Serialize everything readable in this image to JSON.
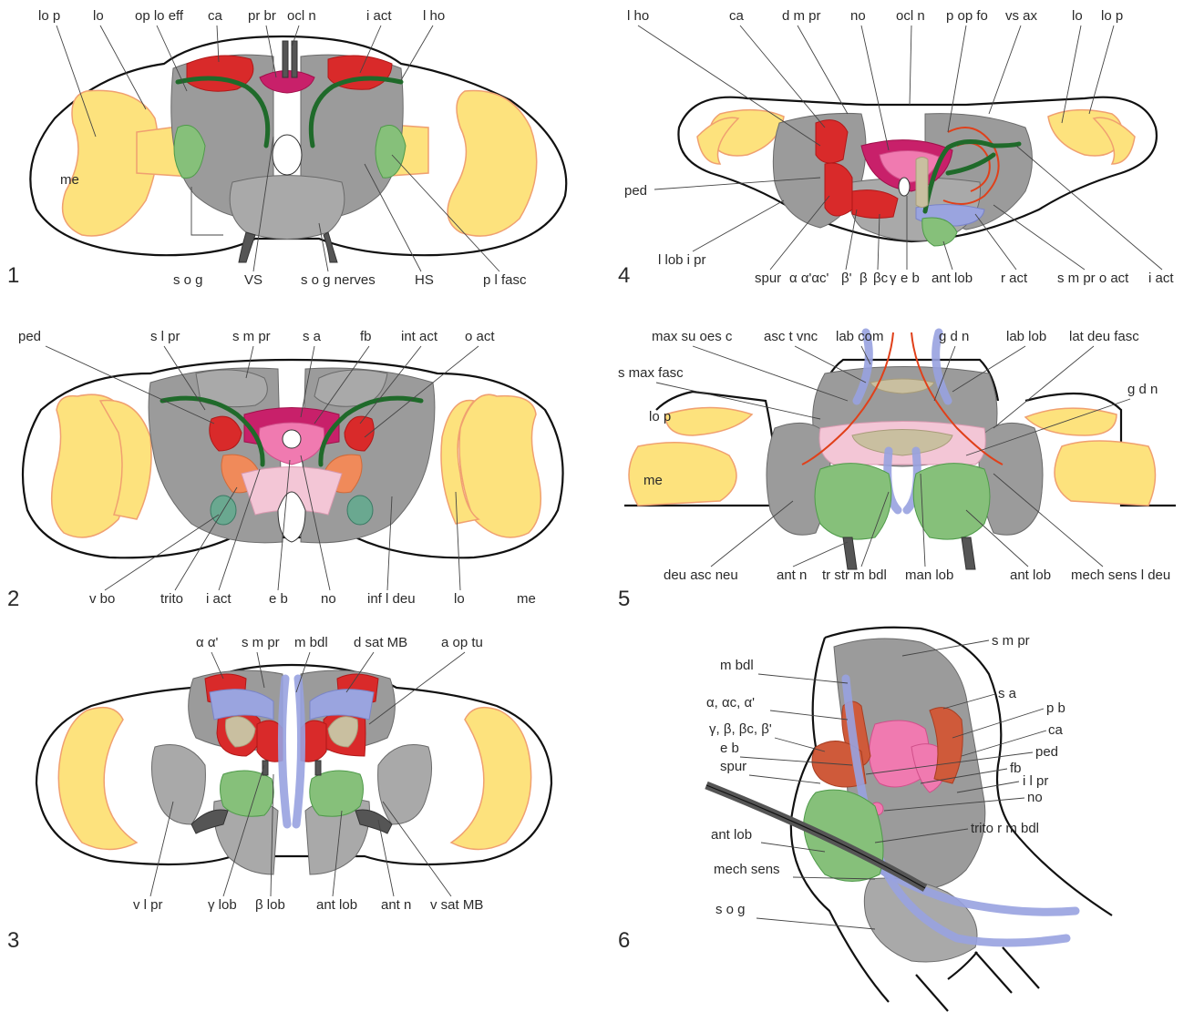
{
  "panels": [
    {
      "number": "1",
      "labels": [
        "lo p",
        "lo",
        "op lo eff",
        "ca",
        "pr br",
        "ocl n",
        "i act",
        "l ho",
        "me",
        "s o g",
        "VS",
        "s o g nerves",
        "HS",
        "p l fasc"
      ]
    },
    {
      "number": "2",
      "labels": [
        "ped",
        "s l pr",
        "s m pr",
        "s a",
        "fb",
        "int act",
        "o act",
        "v bo",
        "trito",
        "i act",
        "e b",
        "no",
        "inf l deu",
        "lo",
        "me"
      ]
    },
    {
      "number": "3",
      "labels": [
        "α α'",
        "s m pr",
        "m bdl",
        "d sat MB",
        "a op tu",
        "v l pr",
        "γ lob",
        "β lob",
        "ant lob",
        "ant n",
        "v sat MB"
      ]
    },
    {
      "number": "4",
      "labels": [
        "l ho",
        "ca",
        "d m pr",
        "no",
        "ocl n",
        "p op fo",
        "vs ax",
        "lo",
        "lo p",
        "ped",
        "l lob i pr",
        "spur",
        "α α'αc'",
        "β'",
        "β",
        "βc",
        "γ",
        "e b",
        "ant lob",
        "r act",
        "s m pr o act",
        "i act"
      ]
    },
    {
      "number": "5",
      "labels": [
        "max su oes c",
        "asc t vnc",
        "lab com",
        "g d n",
        "lab lob",
        "lat deu fasc",
        "s max fasc",
        "g d n",
        "lo p",
        "me",
        "deu asc neu",
        "ant n",
        "tr str m bdl",
        "man lob",
        "ant lob",
        "mech sens l deu"
      ]
    },
    {
      "number": "6",
      "labels": [
        "s m pr",
        "m bdl",
        "s a",
        "α, αc, α'",
        "p b",
        "γ, β, βc, β'",
        "ca",
        "e b",
        "ped",
        "spur",
        "fb",
        "i l pr",
        "no",
        "trito r m bdl",
        "ant lob",
        "mech sens",
        "s o g"
      ]
    }
  ],
  "colors": {
    "neuropil_grey": "#9b9b9b",
    "optic_yellow": "#fde27d",
    "mushroom_body_red": "#d92a2a",
    "central_complex_magenta": "#c8206a",
    "tract_green": "#1f6a2a",
    "antennal_lobe_green": "#86c07a",
    "lavender_bundle": "#9aa4df",
    "orange_lobe": "#f08a5a"
  }
}
